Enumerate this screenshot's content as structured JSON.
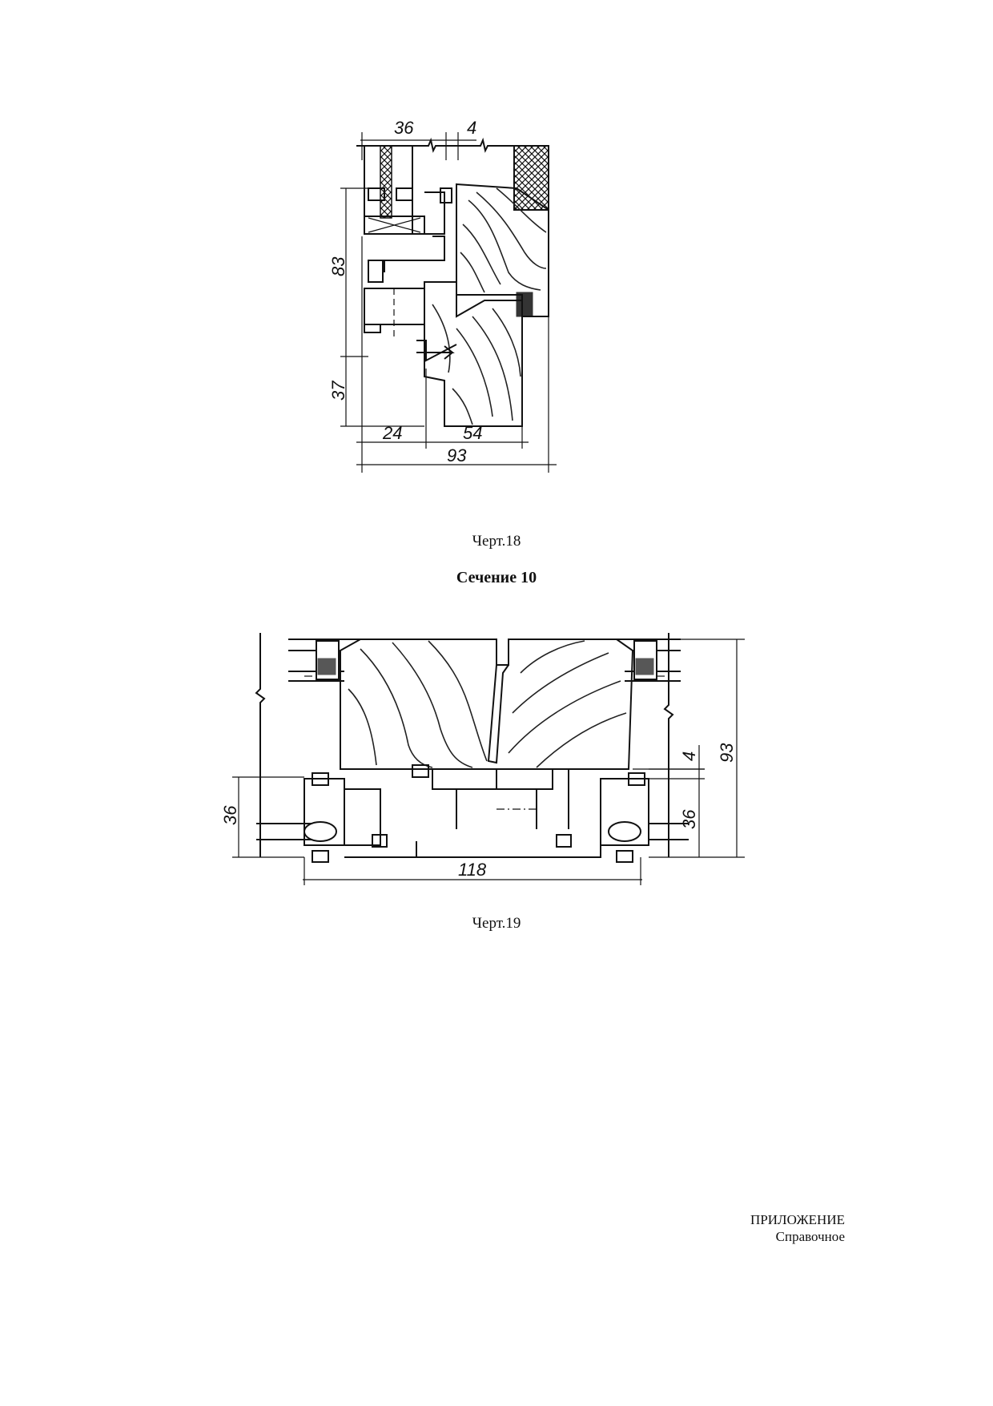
{
  "figure18": {
    "caption": "Черт.18",
    "dimensions": {
      "top_width": "36",
      "top_gap": "4",
      "height_upper": "83",
      "height_lower": "37",
      "bottom_left": "24",
      "bottom_right": "54",
      "overall": "93"
    }
  },
  "section": {
    "title": "Сечение 10"
  },
  "figure19": {
    "caption": "Черт.19",
    "dimensions": {
      "left_height": "36",
      "right_height": "36",
      "gap": "4",
      "overall_height": "93",
      "overall_width": "118"
    }
  },
  "appendix": {
    "title": "ПРИЛОЖЕНИЕ",
    "subtitle": "Справочное"
  }
}
